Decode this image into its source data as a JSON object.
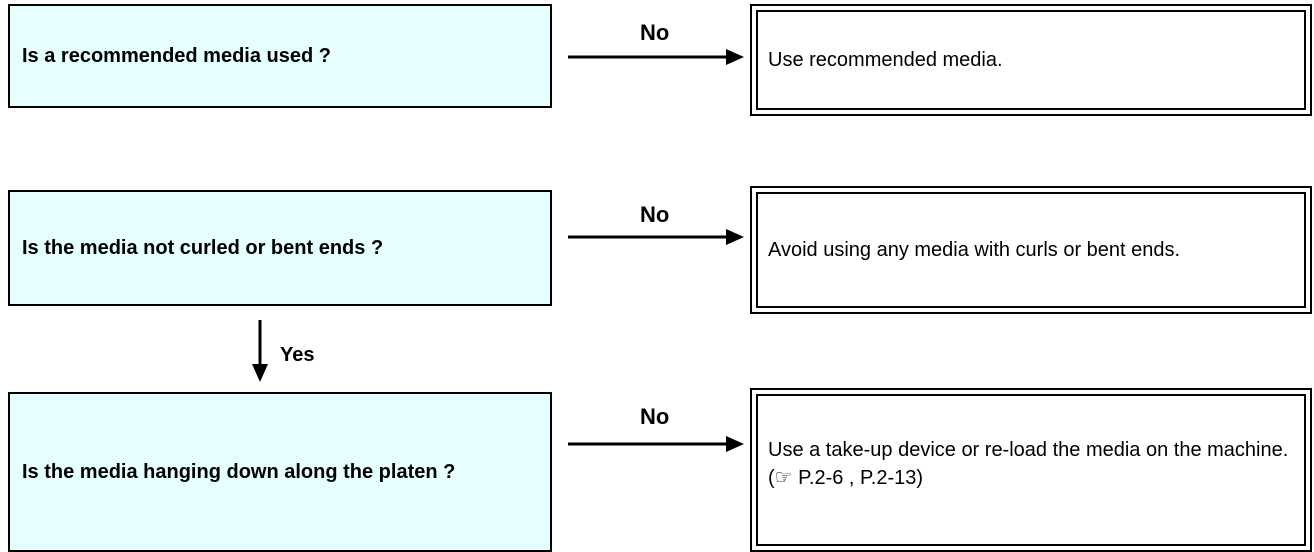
{
  "rows": [
    {
      "question": "Is a recommended media used ?",
      "branch": "No",
      "action": "Use recommended media."
    },
    {
      "question": "Is the media not curled or bent ends ?",
      "branch": "No",
      "action": "Avoid using any media with curls or bent ends."
    },
    {
      "question": "Is the media hanging down along the platen ?",
      "branch": "No",
      "action": "Use a take-up device or re-load the media on the machine. (☞ P.2-6 , P.2-13)"
    }
  ],
  "connector": {
    "yes_label": "Yes"
  },
  "colors": {
    "question_fill": "#e6ffff",
    "line": "#000000"
  }
}
